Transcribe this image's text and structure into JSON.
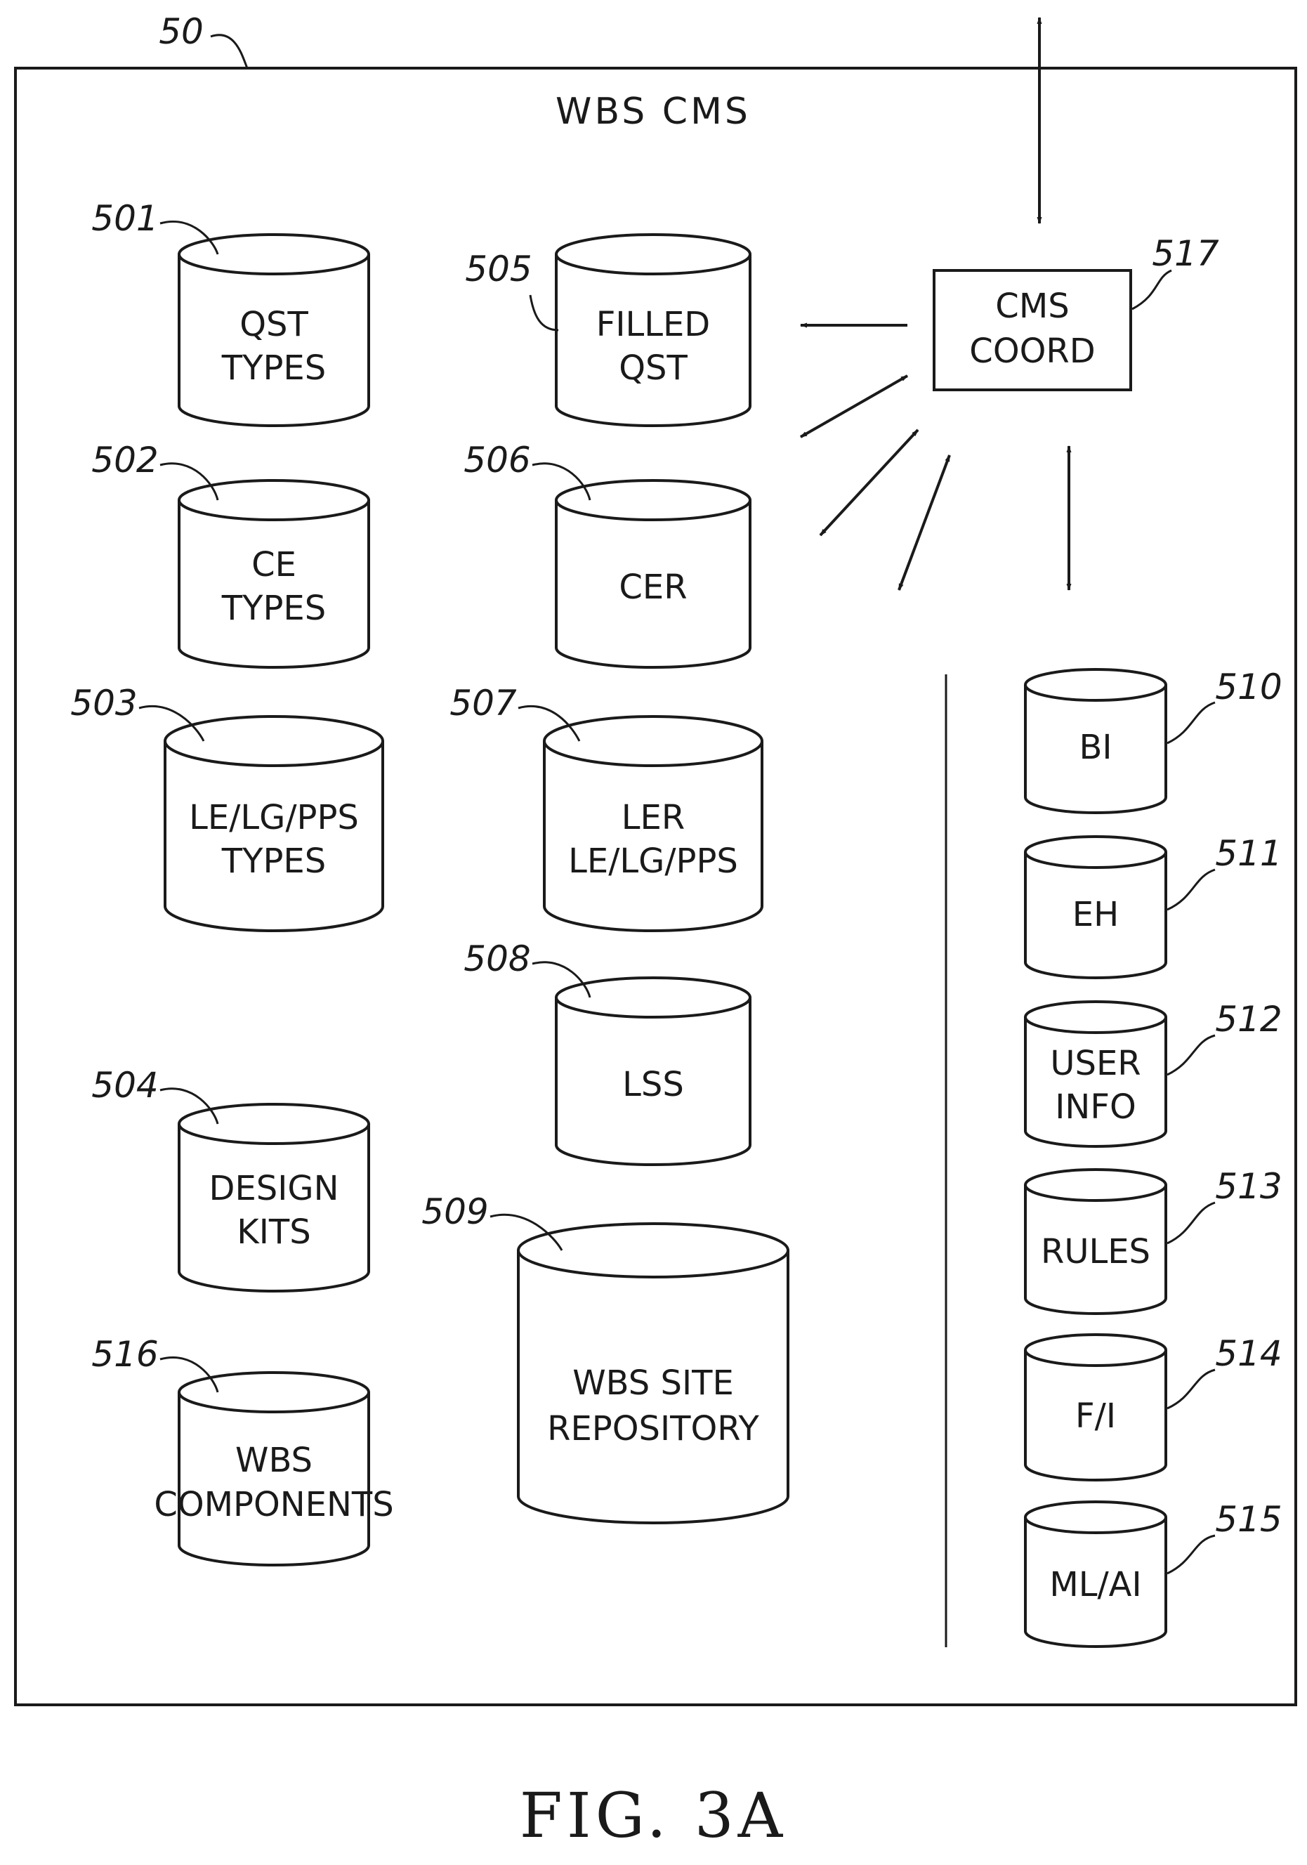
{
  "diagram": {
    "ref": "50",
    "title": "WBS CMS",
    "figure_caption": "FIG. 3A",
    "coordinator": {
      "ref": "517",
      "lines": [
        "CMS",
        "COORD"
      ]
    },
    "databases": [
      {
        "id": "db-501",
        "ref": "501",
        "lines": [
          "QST",
          "TYPES"
        ]
      },
      {
        "id": "db-502",
        "ref": "502",
        "lines": [
          "CE",
          "TYPES"
        ]
      },
      {
        "id": "db-503",
        "ref": "503",
        "lines": [
          "LE/LG/PPS",
          "TYPES"
        ]
      },
      {
        "id": "db-504",
        "ref": "504",
        "lines": [
          "DESIGN",
          "KITS"
        ]
      },
      {
        "id": "db-516",
        "ref": "516",
        "lines": [
          "WBS",
          "COMPONENTS"
        ]
      },
      {
        "id": "db-505",
        "ref": "505",
        "lines": [
          "FILLED",
          "QST"
        ]
      },
      {
        "id": "db-506",
        "ref": "506",
        "lines": [
          "CER"
        ]
      },
      {
        "id": "db-507",
        "ref": "507",
        "lines": [
          "LER",
          "LE/LG/PPS"
        ]
      },
      {
        "id": "db-508",
        "ref": "508",
        "lines": [
          "LSS"
        ]
      },
      {
        "id": "db-509",
        "ref": "509",
        "lines": [
          "WBS  SITE",
          "REPOSITORY"
        ]
      },
      {
        "id": "db-510",
        "ref": "510",
        "lines": [
          "BI"
        ]
      },
      {
        "id": "db-511",
        "ref": "511",
        "lines": [
          "EH"
        ]
      },
      {
        "id": "db-512",
        "ref": "512",
        "lines": [
          "USER",
          "INFO"
        ]
      },
      {
        "id": "db-513",
        "ref": "513",
        "lines": [
          "RULES"
        ]
      },
      {
        "id": "db-514",
        "ref": "514",
        "lines": [
          "F/I"
        ]
      },
      {
        "id": "db-515",
        "ref": "515",
        "lines": [
          "ML/AI"
        ]
      }
    ]
  }
}
